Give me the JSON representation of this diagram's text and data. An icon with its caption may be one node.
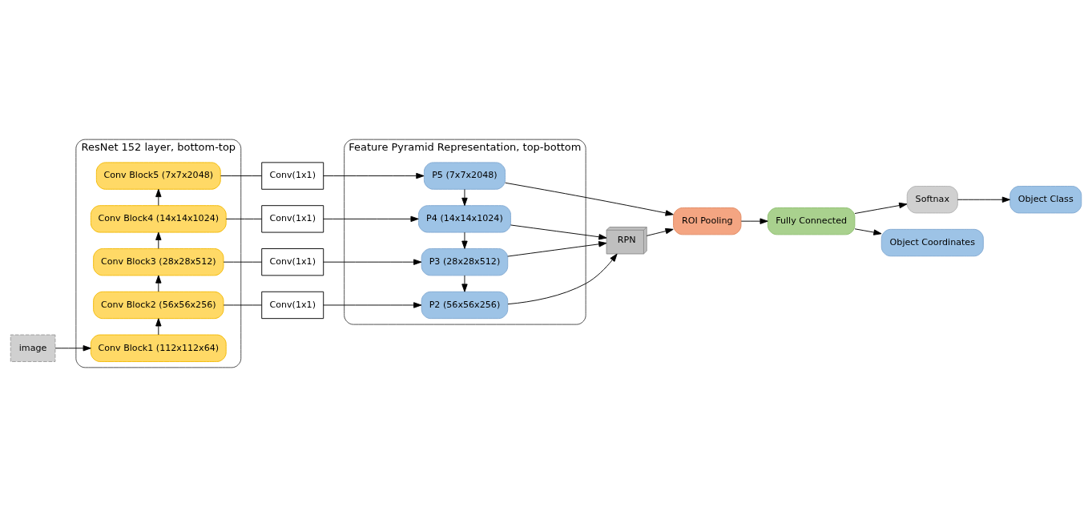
{
  "diagram": {
    "nodes": [
      {
        "text": [
          "Feature Pyramid Representation, top-bottom"
        ]
      },
      {
        "text": [
          "P2 (56x56x256)"
        ],
        "in": 0
      },
      {
        "text": [
          "P3 (28x28x512)"
        ],
        "in": 0
      },
      {
        "text": [
          "P4 (14x14x1024)"
        ],
        "in": 0
      },
      {
        "text": [
          "P5 (7x7x2048)"
        ],
        "in": 0
      },
      {
        "text": [
          "Conv(1x1)"
        ]
      },
      {
        "text": [
          "Conv(1x1)"
        ]
      },
      {
        "text": [
          "Conv(1x1)"
        ]
      },
      {
        "text": [
          "Conv(1x1)"
        ]
      },
      {
        "text": [
          "ResNet 152 layer, bottom-top"
        ]
      },
      {
        "text": [
          "image"
        ]
      },
      {
        "text": [
          "Conv Block1 (112x112x64)"
        ],
        "in": 9
      },
      {
        "text": [
          "Conv Block2 (56x56x256)"
        ],
        "in": 9
      },
      {
        "text": [
          "Conv Block3 (28x28x512)"
        ],
        "in": 9
      },
      {
        "text": [
          "Conv Block4 (14x14x1024)"
        ],
        "in": 9
      },
      {
        "text": [
          "Conv Block5 (7x7x2048)"
        ],
        "in": 9
      },
      {
        "text": [
          "RPN"
        ]
      },
      {
        "text": [
          "ROI Pooling"
        ]
      },
      {
        "text": [
          "Fully Connected"
        ]
      },
      {
        "text": [
          "Softnax"
        ]
      },
      {
        "text": [
          "Object Class"
        ]
      },
      {
        "text": [
          "Object Coordinates"
        ]
      }
    ],
    "edges": [
      {
        "from": 10,
        "to": 11,
        "arrow": "to"
      },
      {
        "from": 11,
        "to": 12,
        "arrow": "to"
      },
      {
        "from": 12,
        "to": 13,
        "arrow": "to"
      },
      {
        "from": 13,
        "to": 14,
        "arrow": "to"
      },
      {
        "from": 14,
        "to": 15,
        "arrow": "to"
      },
      {
        "from": 12,
        "to": 5,
        "arrow": "none"
      },
      {
        "from": 13,
        "to": 6,
        "arrow": "none"
      },
      {
        "from": 14,
        "to": 7,
        "arrow": "none"
      },
      {
        "from": 15,
        "to": 8,
        "arrow": "none"
      },
      {
        "from": 5,
        "to": 1,
        "arrow": "to"
      },
      {
        "from": 6,
        "to": 2,
        "arrow": "to"
      },
      {
        "from": 7,
        "to": 3,
        "arrow": "to"
      },
      {
        "from": 8,
        "to": 4,
        "arrow": "to"
      },
      {
        "from": 4,
        "to": 3,
        "arrow": "to"
      },
      {
        "from": 3,
        "to": 2,
        "arrow": "to"
      },
      {
        "from": 2,
        "to": 1,
        "arrow": "to"
      },
      {
        "from": 1,
        "to": 16,
        "arrow": "to"
      },
      {
        "from": 2,
        "to": 16,
        "arrow": "to"
      },
      {
        "from": 3,
        "to": 16,
        "arrow": "to"
      },
      {
        "from": 4,
        "to": 17,
        "arrow": "to"
      },
      {
        "from": 16,
        "to": 17,
        "arrow": "to"
      },
      {
        "from": 17,
        "to": 18,
        "arrow": "to"
      },
      {
        "from": 18,
        "to": 19,
        "arrow": "to"
      },
      {
        "from": 18,
        "to": 21,
        "arrow": "to"
      },
      {
        "from": 19,
        "to": 20,
        "arrow": "to"
      }
    ]
  }
}
